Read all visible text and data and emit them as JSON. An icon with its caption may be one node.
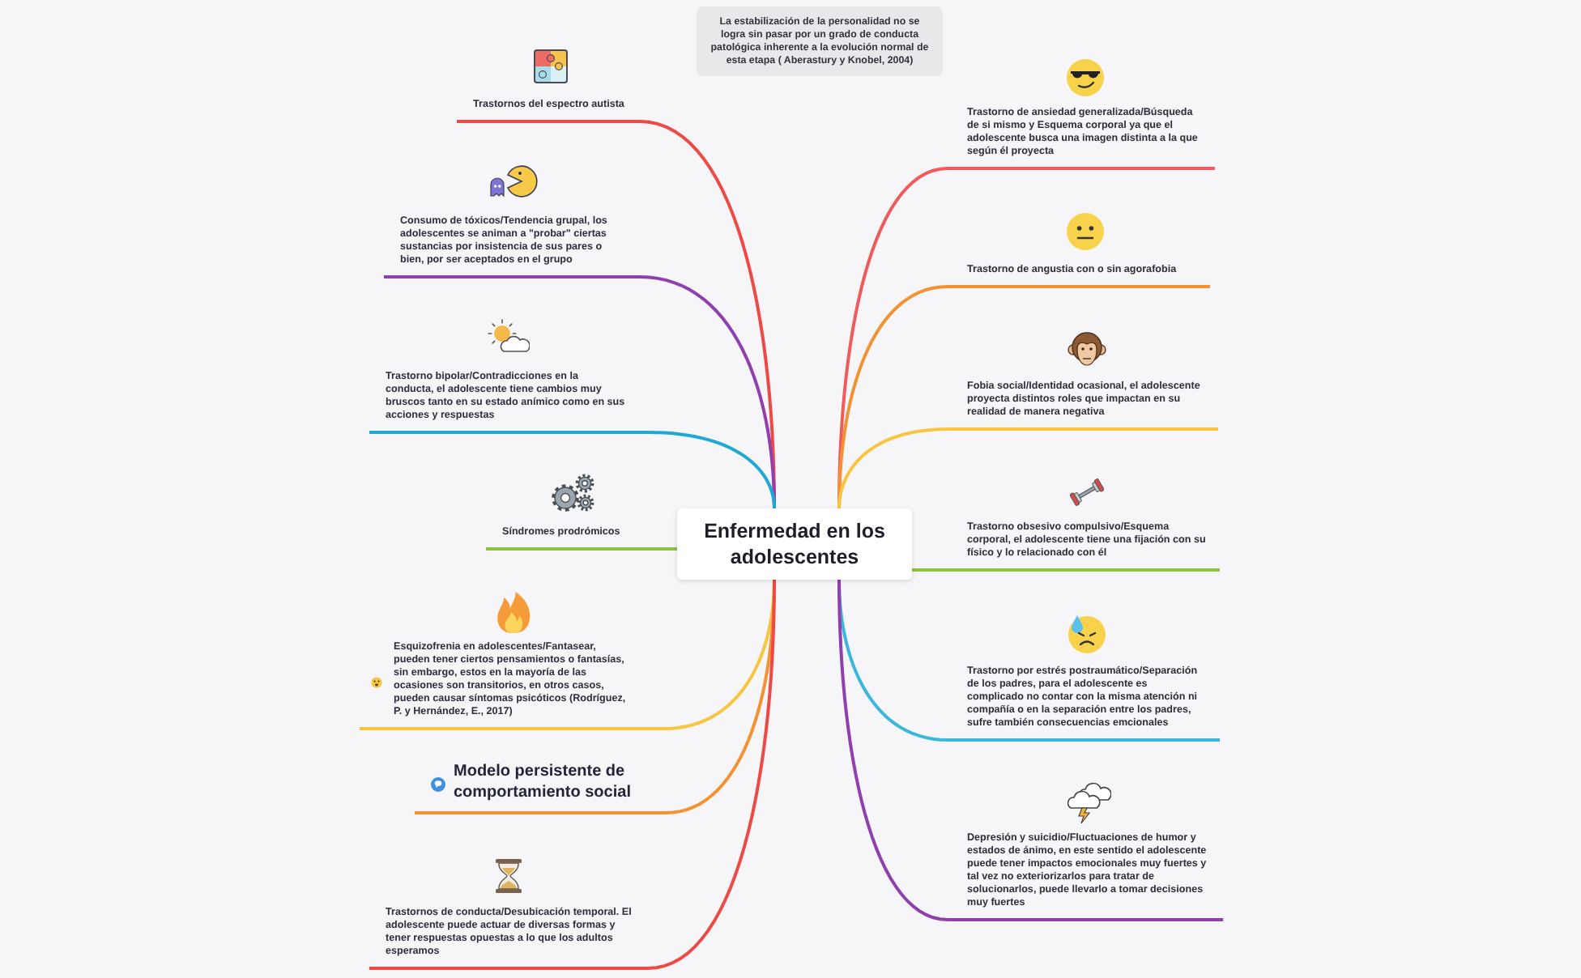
{
  "diagram": {
    "nodes": [
      {
        "text": [
          "Enfermedad en los adolescentes"
        ]
      },
      {
        "text": [
          "La estabilización de la personalidad no se logra sin pasar por un grado de conducta patológica inherente a la evolución normal de esta etapa ( Aberastury y Knobel, 2004)"
        ]
      },
      {
        "text": [
          "Trastornos del espectro autista"
        ]
      },
      {
        "text": [
          "Consumo de tóxicos/Tendencia grupal, los adolescentes se animan a \"probar\" ciertas sustancias por insistencia de sus pares o bien, por ser aceptados en el grupo"
        ]
      },
      {
        "text": [
          "Trastorno bipolar/Contradicciones en la conducta, el adolescente tiene cambios muy bruscos tanto en su estado anímico como en sus acciones y respuestas"
        ]
      },
      {
        "text": [
          "Síndromes prodrómicos"
        ]
      },
      {
        "text": [
          "Esquizofrenia en adolescentes/Fantasear, pueden tener ciertos pensamientos o fantasías, sin embargo, estos en la mayoría de las ocasiones son transitorios, en otros casos, pueden causar síntomas psicóticos (Rodríguez, P. y Hernández, E., 2017)"
        ]
      },
      {
        "text": [
          "Modelo persistente de comportamiento social"
        ]
      },
      {
        "text": [
          "Trastornos de conducta/Desubicación temporal. El adolescente puede actuar de diversas formas y tener respuestas opuestas a lo que los adultos esperamos"
        ]
      },
      {
        "text": [
          "Trastorno de ansiedad generalizada/Búsqueda de si mismo y Esquema corporal ya que el adolescente busca una imagen distinta a la que según él proyecta"
        ]
      },
      {
        "text": [
          "Trastorno de angustia con o sin agorafobia"
        ]
      },
      {
        "text": [
          "Fobia social/Identidad ocasional, el adolescente proyecta distintos roles que impactan en su realidad de manera negativa"
        ]
      },
      {
        "text": [
          "Trastorno obsesivo compulsivo/Esquema corporal, el adolescente tiene una fijación con su físico y lo relacionado con él"
        ]
      },
      {
        "text": [
          "Trastorno por estrés postraumático/Separación de los padres, para el adolescente es complicado no contar con la misma atención ni compañía o en la separación entre los padres, sufre también consecuencias emcionales"
        ]
      },
      {
        "text": [
          "Depresión y suicidio/Fluctuaciones de humor y estados de ánimo, en este sentido el adolescente puede tener impactos emocionales muy fuertes y tal vez no exteriorizarlos para tratar de solucionarlos, puede llevarlo a tomar decisiones muy fuertes"
        ]
      }
    ],
    "edges": [
      {
        "from": 0,
        "to": 2,
        "arrow": "none",
        "color": "#ee4a45"
      },
      {
        "from": 0,
        "to": 3,
        "arrow": "none",
        "color": "#8f3fae"
      },
      {
        "from": 0,
        "to": 4,
        "arrow": "none",
        "color": "#1fa8d6"
      },
      {
        "from": 0,
        "to": 5,
        "arrow": "none",
        "color": "#8cc342"
      },
      {
        "from": 0,
        "to": 6,
        "arrow": "none",
        "color": "#f7c53f"
      },
      {
        "from": 0,
        "to": 7,
        "arrow": "none",
        "color": "#f39232"
      },
      {
        "from": 0,
        "to": 8,
        "arrow": "none",
        "color": "#ee4a45"
      },
      {
        "from": 0,
        "to": 9,
        "arrow": "none",
        "color": "#ef5a5a"
      },
      {
        "from": 0,
        "to": 10,
        "arrow": "none",
        "color": "#f39232"
      },
      {
        "from": 0,
        "to": 11,
        "arrow": "none",
        "color": "#f7c53f"
      },
      {
        "from": 0,
        "to": 12,
        "arrow": "none",
        "color": "#8cc342"
      },
      {
        "from": 0,
        "to": 13,
        "arrow": "none",
        "color": "#3bb6dc"
      },
      {
        "from": 0,
        "to": 14,
        "arrow": "none",
        "color": "#8f3fae"
      }
    ]
  }
}
